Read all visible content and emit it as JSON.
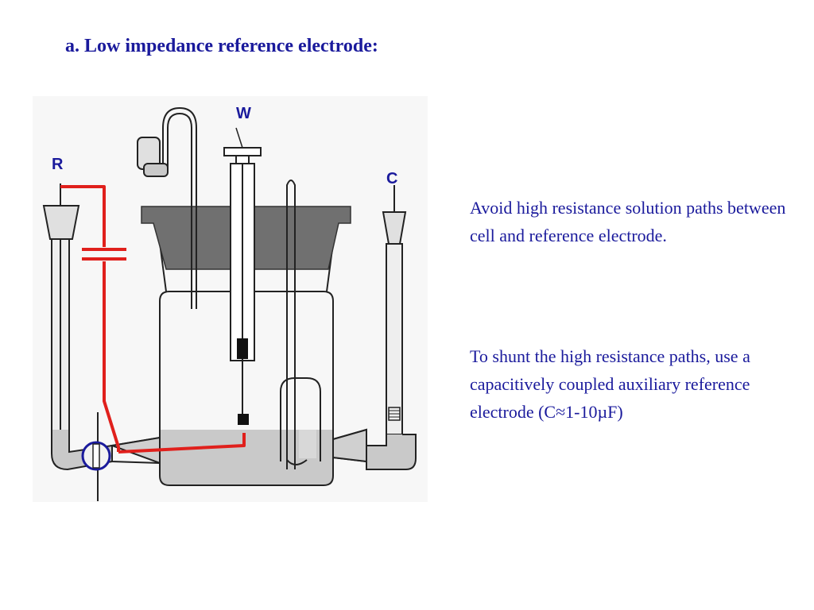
{
  "title": "a. Low impedance reference electrode:",
  "notes": [
    "Avoid high resistance solution paths between cell and reference electrode.",
    "To shunt the high resistance paths, use a capacitively coupled auxiliary reference electrode (C≈1-10µF)"
  ],
  "diagram": {
    "labels": {
      "reference": "R",
      "working": "W",
      "counter": "C"
    },
    "colors": {
      "wire": "#e0201c",
      "solution": "#c9c9c9",
      "stopper": "#707070",
      "glass_outline": "#222222",
      "background": "#f7f7f7"
    }
  }
}
